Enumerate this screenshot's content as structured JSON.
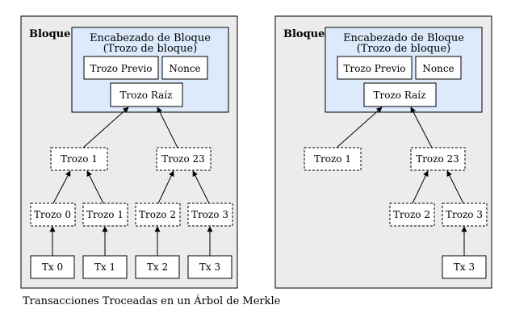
{
  "caption": "Transacciones Troceadas en un Árbol de Merkle",
  "colors": {
    "panel_fill": "#ececec",
    "header_fill": "#dceafb",
    "header_stroke": "#3a6fb5",
    "node_fill": "#ffffff",
    "stroke": "#000000"
  },
  "left_block": {
    "label": "Bloque",
    "header": {
      "title_line1": "Encabezado de Bloque",
      "title_line2": "(Trozo de bloque)",
      "prev_hash": "Trozo Previo",
      "nonce": "Nonce",
      "root": "Trozo Raíz"
    },
    "level1": [
      "Trozo 1",
      "Trozo 23"
    ],
    "level2": [
      "Trozo 0",
      "Trozo 1",
      "Trozo 2",
      "Trozo 3"
    ],
    "transactions": [
      "Tx 0",
      "Tx 1",
      "Tx 2",
      "Tx 3"
    ]
  },
  "right_block": {
    "label": "Bloque",
    "header": {
      "title_line1": "Encabezado de Bloque",
      "title_line2": "(Trozo de bloque)",
      "prev_hash": "Trozo Previo",
      "nonce": "Nonce",
      "root": "Trozo Raíz"
    },
    "level1": [
      "Trozo 1",
      "Trozo 23"
    ],
    "level2": [
      "Trozo 2",
      "Trozo 3"
    ],
    "transactions": [
      "Tx 3"
    ]
  }
}
